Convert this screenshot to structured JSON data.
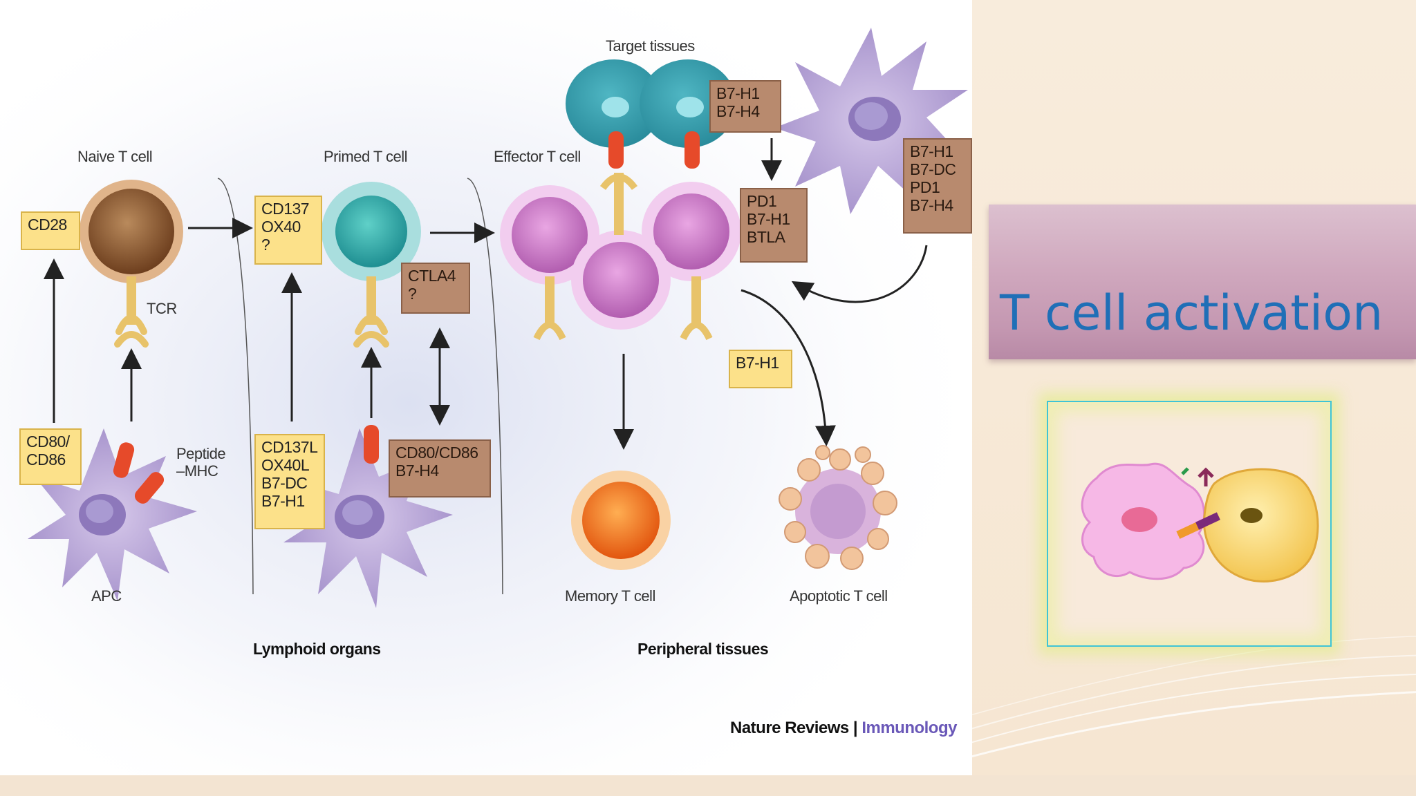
{
  "slide": {
    "title": "T cell activation"
  },
  "diagram": {
    "labels": {
      "naive_t_cell": "Naive T cell",
      "primed_t_cell": "Primed T cell",
      "effector_t_cell": "Effector T cell",
      "target_tissues": "Target tissues",
      "tcr": "TCR",
      "peptide_mhc": "Peptide\n–MHC",
      "apc": "APC",
      "memory_t_cell": "Memory T cell",
      "apoptotic_t_cell": "Apoptotic T cell",
      "lymphoid_organs": "Lymphoid organs",
      "peripheral_tissues": "Peripheral tissues"
    },
    "boxes": {
      "cd28": "CD28",
      "cd80_cd86": "CD80/\nCD86",
      "cd137_ox40": "CD137\nOX40\n?",
      "ctla4": "CTLA4\n?",
      "cd137l_group": "CD137L\nOX40L\nB7-DC\nB7-H1",
      "cd80cd86_b7h4": "CD80/CD86\nB7-H4",
      "target_b7": "B7-H1\nB7-H4",
      "pd1_group": "PD1\nB7-H1\nBTLA",
      "b7h1_single": "B7-H1",
      "dc_group": "B7-H1\nB7-DC\nPD1\nB7-H4"
    },
    "credit": {
      "journal": "Nature Reviews",
      "separator": "|",
      "section": "Immunology"
    }
  },
  "colors": {
    "title_text": "#1f6fb7",
    "title_box": "#cfa7bd",
    "yellow_box": "#fce18a",
    "brown_box": "#b88a6e",
    "frame_border": "#3fc4d6",
    "apc_purple": "#b9a6d6",
    "effector_pink": "#e2b4e0",
    "target_teal": "#3fa9b8"
  }
}
